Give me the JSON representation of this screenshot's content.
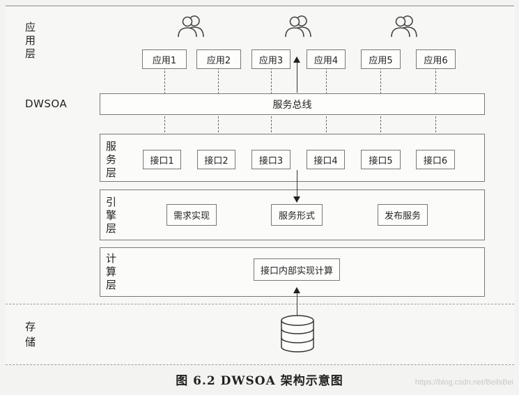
{
  "layers": {
    "application": "应用层",
    "dwsoa": "DWSOA",
    "service": "服务层",
    "engine": "引擎层",
    "compute": "计算层",
    "storage": "存储"
  },
  "apps": [
    "应用1",
    "应用2",
    "应用3",
    "应用4",
    "应用5",
    "应用6"
  ],
  "service_bus": "服务总线",
  "interfaces": [
    "接口1",
    "接口2",
    "接口3",
    "接口4",
    "接口5",
    "接口6"
  ],
  "engine_items": [
    "需求实现",
    "服务形式",
    "发布服务"
  ],
  "compute_item": "接口内部实现计算",
  "caption": "图 6.2   DWSOA 架构示意图",
  "watermark": "https://blog.csdn.net/BeilsBei",
  "icons": [
    "users-icon",
    "users-icon",
    "users-icon",
    "database-icon"
  ]
}
